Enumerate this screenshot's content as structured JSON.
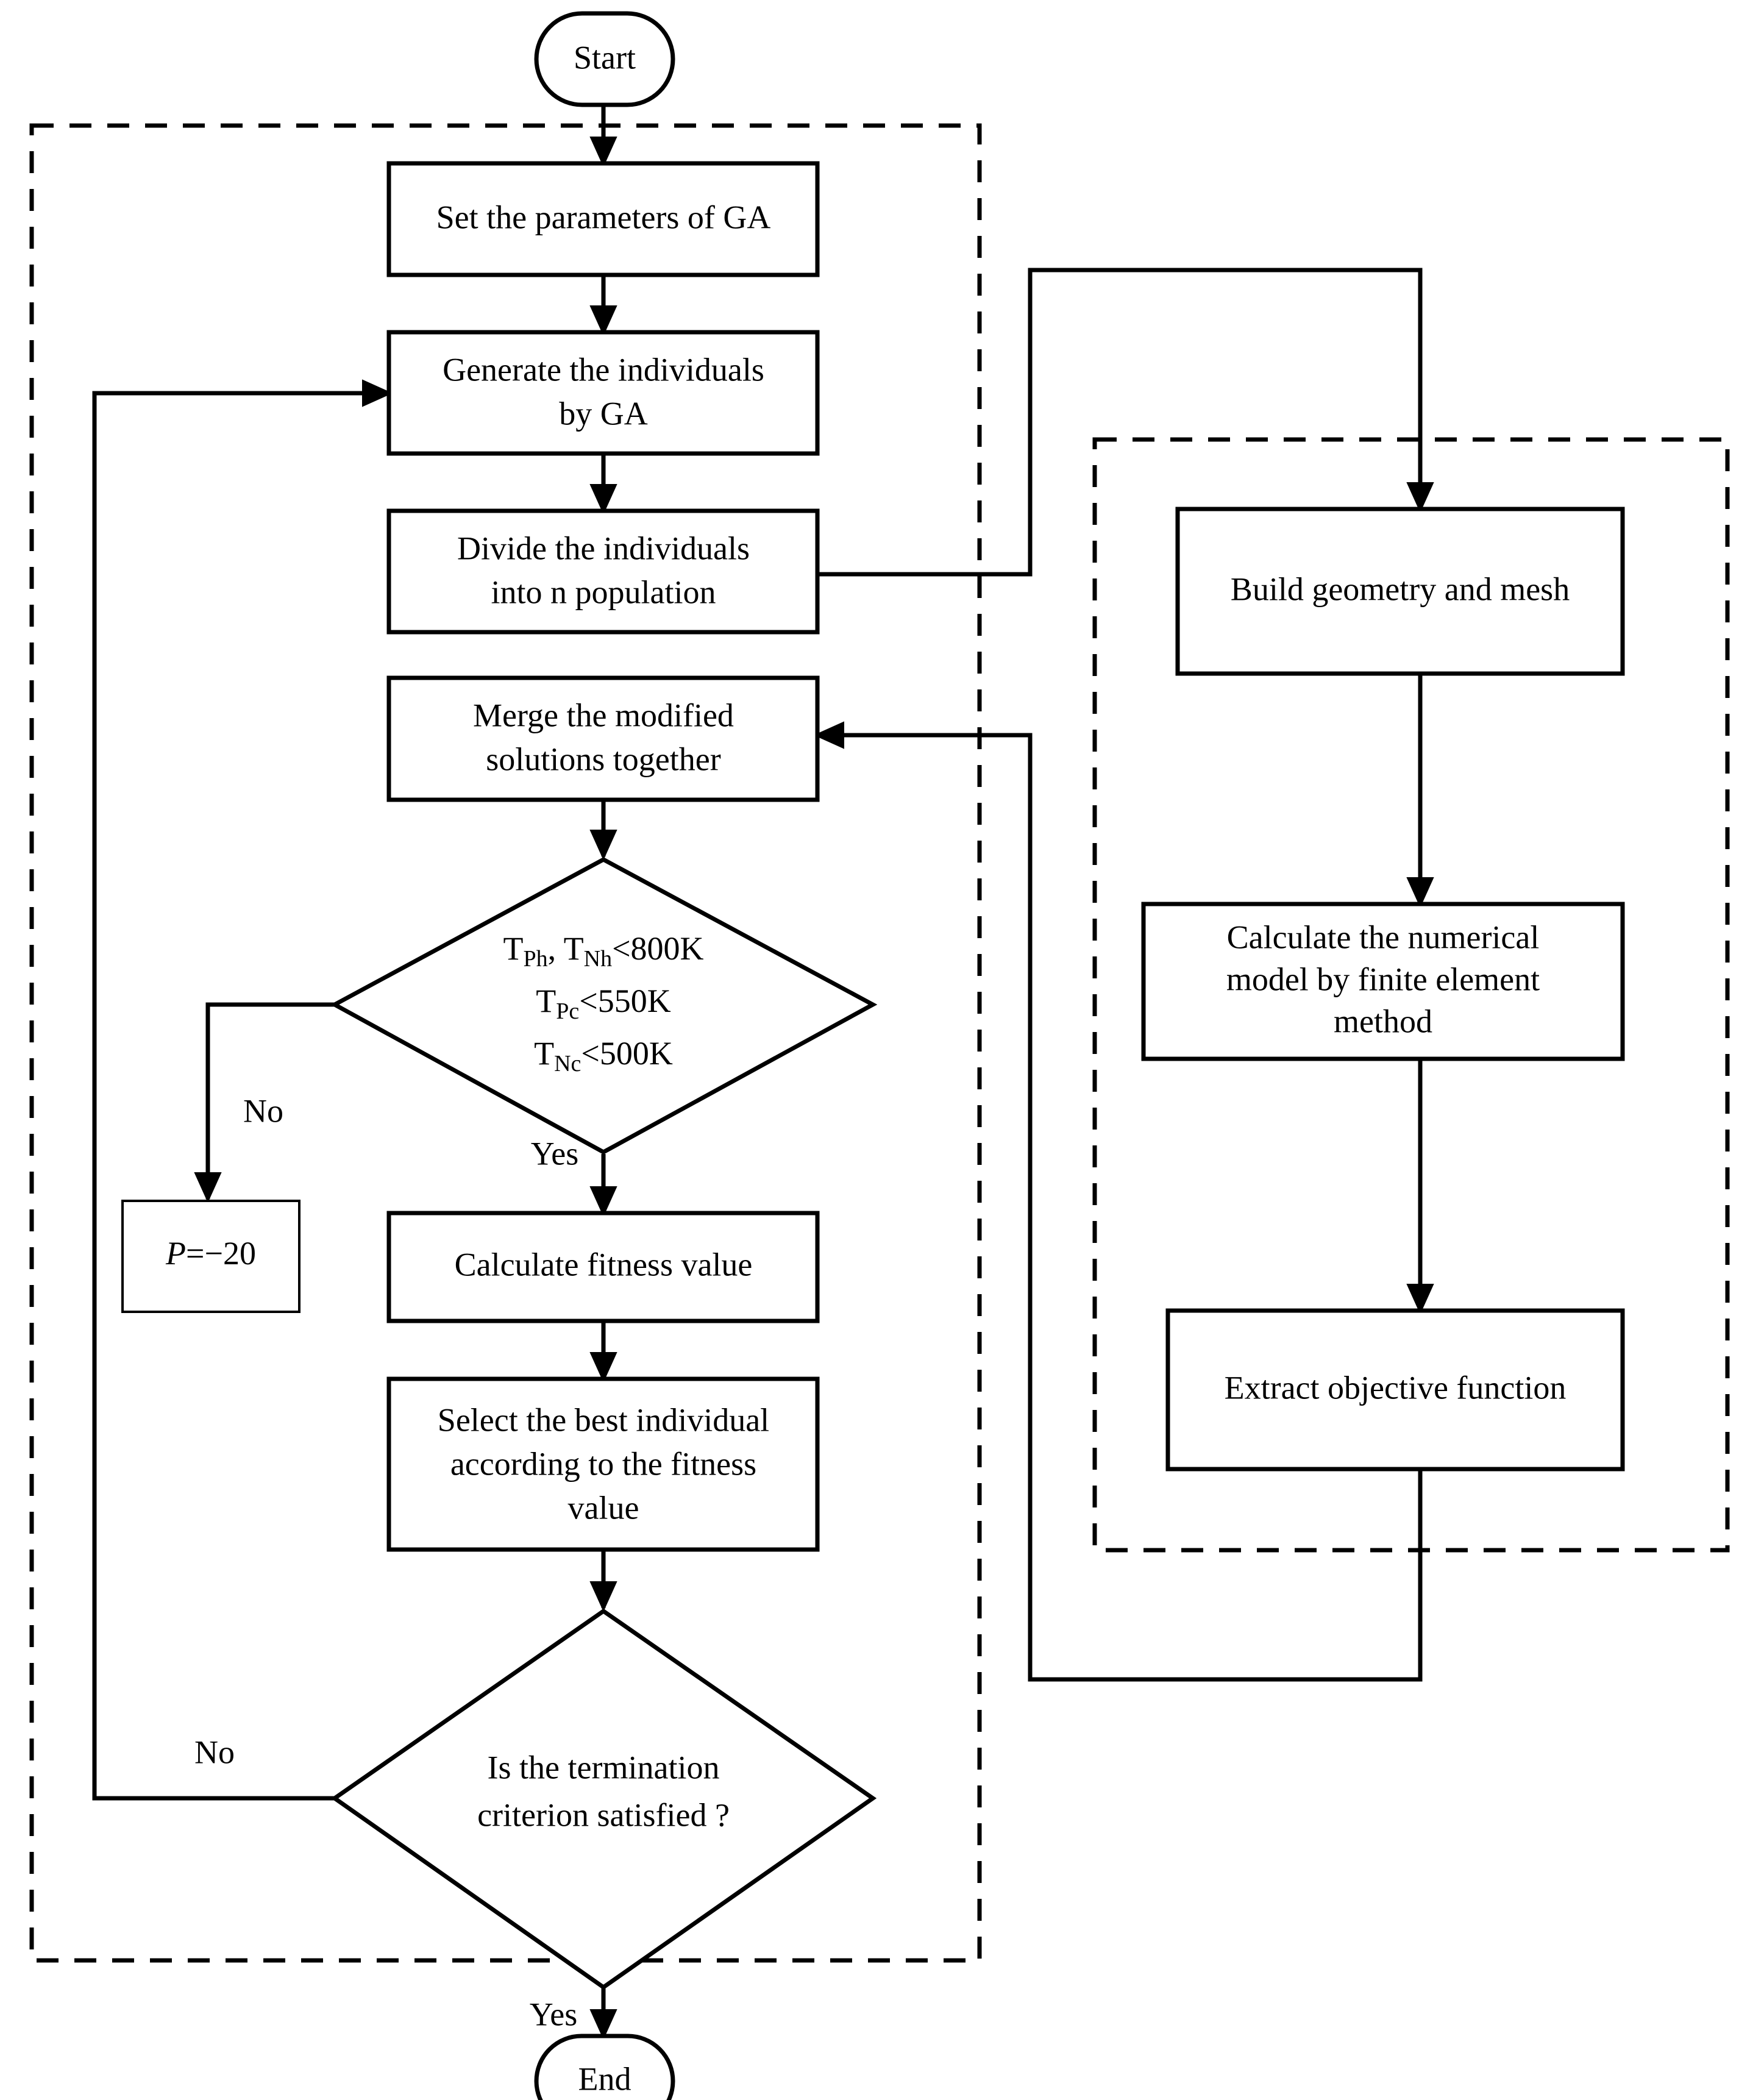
{
  "diagram": {
    "title": "Genetic algorithm optimization flowchart with finite element evaluation loop",
    "type": "flowchart",
    "accent_color": "#000000",
    "background_color": "#ffffff"
  },
  "regions": [
    {
      "id": "ga-region",
      "name": "ga-dashed-region",
      "style": "dashed"
    },
    {
      "id": "fem-region",
      "name": "fem-dashed-region",
      "style": "dashed"
    }
  ],
  "nodes": {
    "start": {
      "label": "Start",
      "shape": "terminator"
    },
    "set_params": {
      "label": "Set the parameters of GA",
      "shape": "process"
    },
    "generate": {
      "line1": "Generate the individuals",
      "line2": "by GA",
      "shape": "process"
    },
    "divide": {
      "line1": "Divide the individuals",
      "line2": "into n population",
      "shape": "process"
    },
    "merge": {
      "line1": "Merge the modified",
      "line2": "solutions together",
      "shape": "process"
    },
    "temp_check": {
      "shape": "decision",
      "line1_a": "T",
      "line1_sub_a": "Ph",
      "line1_b": ", T",
      "line1_sub_b": "Nh",
      "line1_c": "<800K",
      "line2_a": "T",
      "line2_sub_a": "Pc",
      "line2_b": "<550K",
      "line3_a": "T",
      "line3_sub_a": "Nc",
      "line3_b": "<500K"
    },
    "penalty": {
      "var": "P",
      "expr": "=−20",
      "shape": "process-thin"
    },
    "fitness": {
      "label": "Calculate fitness value",
      "shape": "process"
    },
    "select_best": {
      "line1": "Select the best individual",
      "line2": "according to the fitness",
      "line3": "value",
      "shape": "process"
    },
    "termination": {
      "line1": "Is the termination",
      "line2": "criterion satisfied ?",
      "shape": "decision"
    },
    "end": {
      "label": "End",
      "shape": "terminator"
    },
    "build_mesh": {
      "label": "Build geometry and mesh",
      "shape": "process"
    },
    "calc_fem": {
      "line1": "Calculate the numerical",
      "line2": "model by finite element",
      "line3": "method",
      "shape": "process"
    },
    "extract_obj": {
      "label": "Extract objective function",
      "shape": "process"
    }
  },
  "edge_labels": {
    "temp_no": "No",
    "temp_yes": "Yes",
    "term_no": "No",
    "term_yes": "Yes"
  }
}
